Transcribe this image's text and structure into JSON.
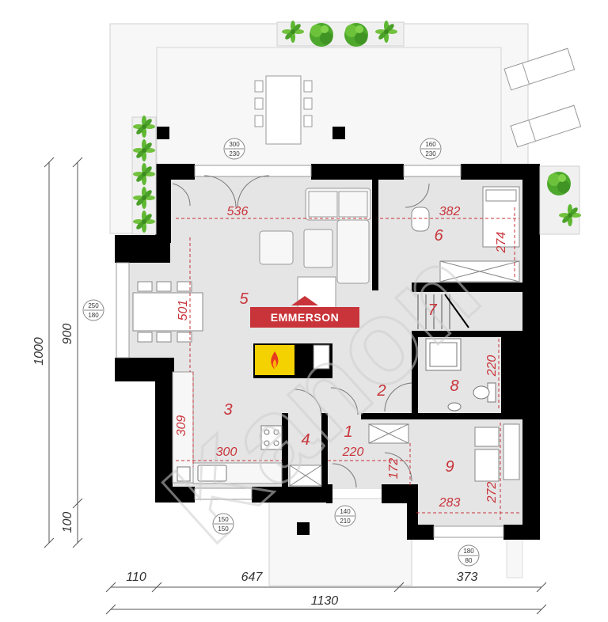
{
  "logo": {
    "text": "EMMERSON",
    "color": "#c8343a"
  },
  "watermark": {
    "text": "Kanon"
  },
  "colors": {
    "wall": "#000000",
    "floor": "#e5e5e5",
    "terrace": "#f7f7f7",
    "dimension_red": "#c8343a"
  },
  "rooms": [
    {
      "number": "1"
    },
    {
      "number": "2"
    },
    {
      "number": "3"
    },
    {
      "number": "4"
    },
    {
      "number": "5"
    },
    {
      "number": "6"
    },
    {
      "number": "7"
    },
    {
      "number": "8"
    },
    {
      "number": "9"
    }
  ],
  "room_dimensions": [
    "536",
    "382",
    "274",
    "501",
    "220",
    "309",
    "300",
    "220",
    "172",
    "283",
    "272"
  ],
  "outer_dimensions": {
    "left_total": "1000",
    "left_main": "900",
    "left_bottom": "100",
    "bottom_left": "110",
    "bottom_mid": "647",
    "bottom_right": "373",
    "bottom_total": "1130"
  },
  "openings": [
    {
      "top": "300",
      "bottom": "230"
    },
    {
      "top": "160",
      "bottom": "230"
    },
    {
      "top": "250",
      "bottom": "180"
    },
    {
      "top": "140",
      "bottom": "210"
    },
    {
      "top": "150",
      "bottom": "150"
    },
    {
      "top": "180",
      "bottom": "80"
    }
  ],
  "icons": [
    "fireplace-icon",
    "bathtub-icon",
    "toilet-icon",
    "sink-icon",
    "stove-icon",
    "plant-icon",
    "sunlounger-icon",
    "dining-table-icon",
    "sofa-icon",
    "armchair-icon"
  ]
}
